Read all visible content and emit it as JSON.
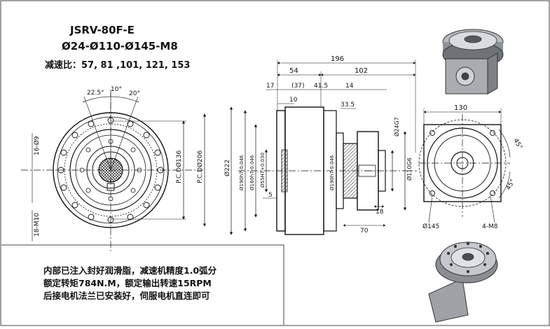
{
  "header": {
    "model": "JSRV-80F-E",
    "spec": "Ø24-Ø110-Ø145-M8",
    "ratio": "减速比：57, 81 ,101, 121, 153"
  },
  "notes": [
    "内部已注入封好润滑脂，减速机精度1.0弧分",
    "额定转矩784N.M，额定输出转速15RPM",
    "后接电机法兰已安装好，伺服电机直连即可"
  ],
  "front_view": {
    "angle_a": "22.5°",
    "angle_b": "10°",
    "angle_c": "20°",
    "holes_d": "16-Ø9",
    "pcd_inner": "P.C.DØ136",
    "pcd_outer": "P.C.DØ206",
    "tap_holes": "18-M10"
  },
  "side_view": {
    "overall": "196",
    "d54": "54",
    "d102": "102",
    "d17": "17",
    "d37": "(37)",
    "d41_5": "41.5",
    "d14": "14",
    "d10": "10",
    "d33_5": "33.5",
    "d24": "Ø24G7",
    "d110": "Ø110G6",
    "d222": "Ø222",
    "d190a": "Ø190h7-0.046",
    "d160": "Ø160h7-0.046",
    "d55": "Ø55H7+0.030",
    "d5": "5",
    "d190b": "Ø190h7-0.046",
    "d18": "18",
    "d70": "70"
  },
  "flange_view": {
    "width": "130",
    "angle1": "45°",
    "angle2": "45°",
    "pcd": "Ø145",
    "taps": "4-M8"
  }
}
